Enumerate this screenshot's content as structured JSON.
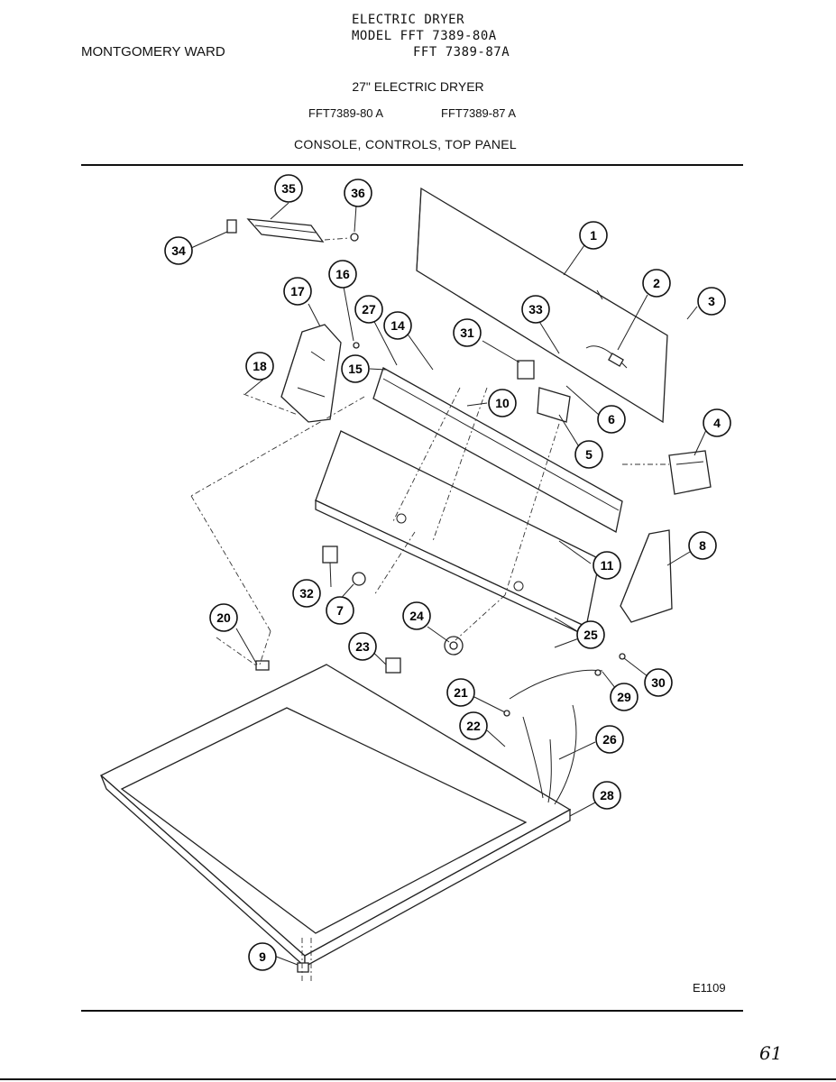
{
  "header": {
    "brand": "MONTGOMERY WARD",
    "line1": "ELECTRIC DRYER",
    "line2": "MODEL FFT 7389-80A",
    "line3": "FFT 7389-87A"
  },
  "title": "27\" ELECTRIC DRYER",
  "models": [
    "FFT7389-80 A",
    "FFT7389-87 A"
  ],
  "section": "CONSOLE, CONTROLS, TOP PANEL",
  "footer": {
    "code": "E1109",
    "page": "61"
  },
  "callouts": [
    "1",
    "2",
    "3",
    "4",
    "5",
    "6",
    "7",
    "8",
    "9",
    "10",
    "11",
    "14",
    "15",
    "16",
    "17",
    "18",
    "20",
    "21",
    "22",
    "23",
    "24",
    "25",
    "26",
    "27",
    "28",
    "29",
    "30",
    "31",
    "32",
    "33",
    "34",
    "35",
    "36"
  ]
}
